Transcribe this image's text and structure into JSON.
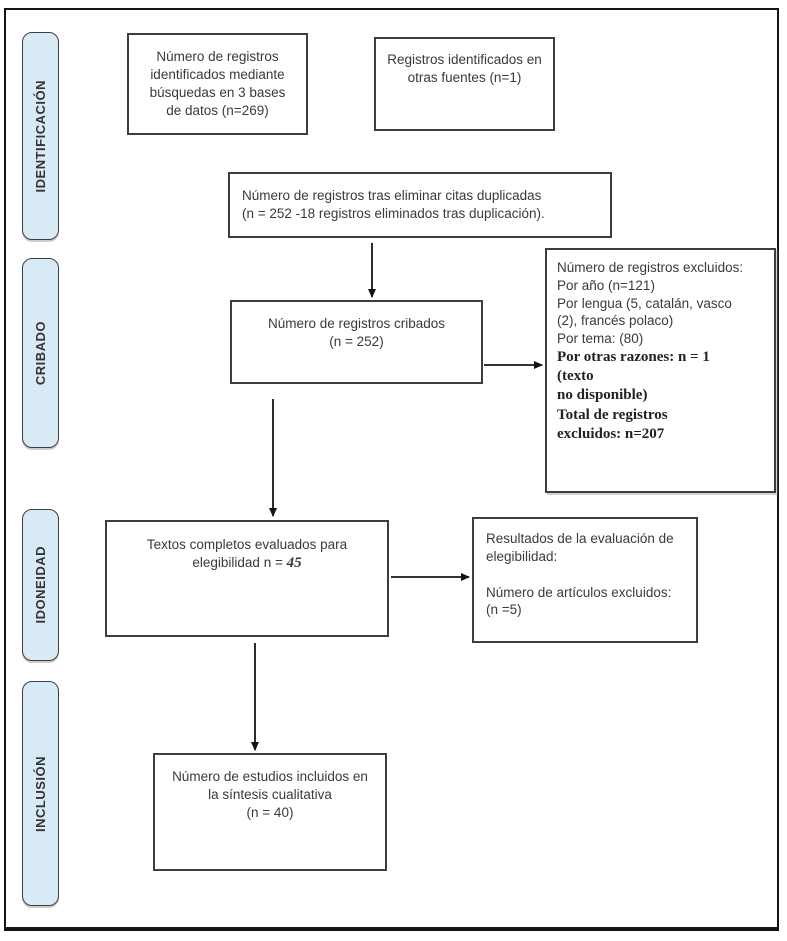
{
  "page": {
    "background": "#ffffff",
    "stage_fill": "#d9eaf7",
    "border_dark": "#3d3d3d"
  },
  "stages": [
    {
      "label": "IDENTIFICACIÓN"
    },
    {
      "label": "CRIBADO"
    },
    {
      "label": "IDONEIDAD"
    },
    {
      "label": "INCLUSIÓN"
    }
  ],
  "boxes": {
    "identified_databases": {
      "lines": [
        "Número de registros",
        "identificados mediante",
        "búsquedas en 3 bases",
        "de datos (n=269)"
      ]
    },
    "other_sources": {
      "lines": [
        "Registros identificados en",
        "otras fuentes (n=1)"
      ]
    },
    "after_duplicates": {
      "lines": [
        "Número de registros tras eliminar citas duplicadas",
        "(n = 252 -18 registros eliminados tras duplicación)."
      ]
    },
    "screened": {
      "lines": [
        "Número de registros cribados",
        "(n = 252)"
      ]
    },
    "excluded": {
      "plain_lines": [
        "Número de registros excluidos:",
        "Por año (n=121)",
        "Por lengua (5, catalán, vasco",
        "(2), francés polaco)",
        "Por tema: (80)"
      ],
      "bold_lines": [
        "Por otras razones: n = 1",
        "(texto",
        "no disponible)",
        "Total de registros",
        "excluidos: n=207"
      ]
    },
    "fulltext": {
      "line1": "Textos completos evaluados para",
      "line2_prefix": "elegibilidad n = ",
      "line2_n": "45"
    },
    "eligibility_results": {
      "para1_lines": [
        "Resultados de la evaluación de",
        "elegibilidad:"
      ],
      "para2_lines": [
        "Número de artículos excluidos:",
        "(n =5)"
      ]
    },
    "included_studies": {
      "lines": [
        "Número de estudios incluidos en",
        "la síntesis cualitativa",
        "(n = 40)"
      ]
    }
  }
}
